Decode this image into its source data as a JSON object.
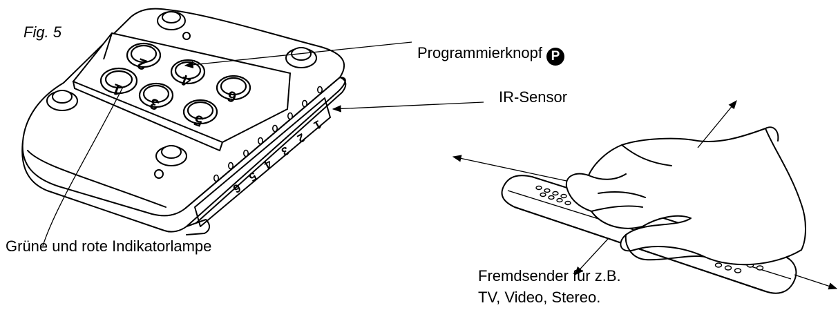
{
  "figure_label": "Fig. 5",
  "labels": {
    "programming_button": "Programmierknopf",
    "programming_badge": "P",
    "ir_sensor": "IR-Sensor",
    "indicator_lamp": "Grüne und rote Indikatorlampe",
    "transmitter_line1": "Fremdsender für z.B.",
    "transmitter_line2": "TV, Video, Stereo."
  },
  "device_keys": [
    "1",
    "2",
    "3",
    "4",
    "5",
    "6"
  ],
  "channel_numbers": [
    "1",
    "2",
    "3",
    "4",
    "5",
    "6"
  ]
}
